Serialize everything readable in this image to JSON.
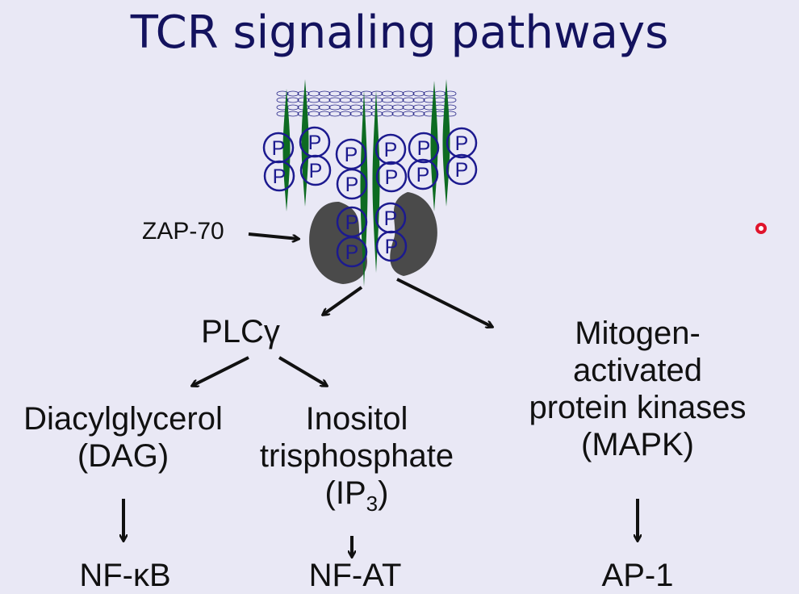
{
  "title": "TCR signaling pathways",
  "zap70_label": "ZAP-70",
  "phospho_label": "P",
  "plcg": "PLCγ",
  "dag": {
    "line1": "Diacylglycerol",
    "line2": "(DAG)"
  },
  "ip3": {
    "line1": "Inositol",
    "line2": "trisphosphate",
    "line3_main": "(IP",
    "line3_sub": "3",
    "line3_end": ")"
  },
  "mapk": {
    "line1": "Mitogen-",
    "line2": "activated",
    "line3": "protein kinases",
    "line4": "(MAPK)"
  },
  "outputs": {
    "dag": "NF-κB",
    "ip3": "NF-AT",
    "mapk": "AP-1"
  },
  "colors": {
    "title": "#13125e",
    "background": "#e9e8f5",
    "chain": "#0d6b22",
    "phospho": "#1c1a8f",
    "zap70": "#4a4a4a",
    "membrane": "#2a2a8a"
  }
}
